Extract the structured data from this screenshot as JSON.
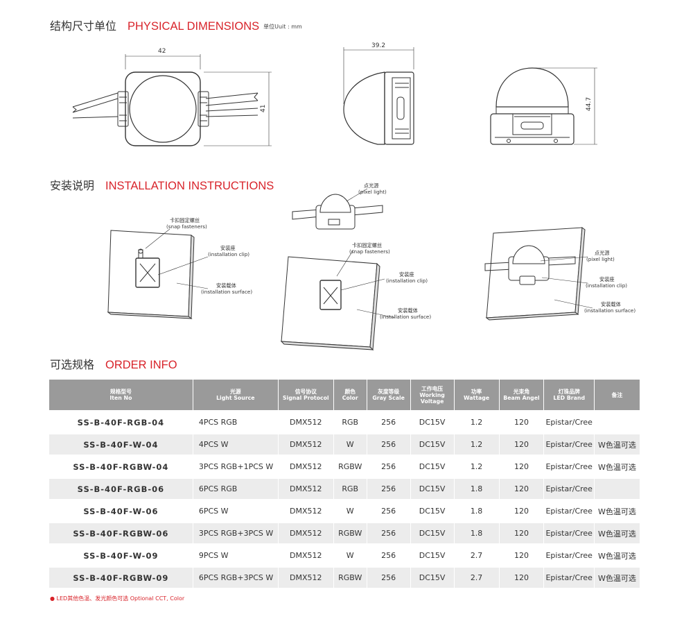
{
  "sections": {
    "dimensions": {
      "cn": "结构尺寸单位",
      "en": "PHYSICAL DIMENSIONS",
      "unit": "单位Uuit : mm"
    },
    "installation": {
      "cn": "安装说明",
      "en": "INSTALLATION INSTRUCTIONS"
    },
    "order": {
      "cn": "可选规格",
      "en": "ORDER INFO"
    }
  },
  "dimensions": {
    "width": "42",
    "height": "41",
    "side_width": "39.2",
    "total_height": "44.7"
  },
  "callouts": {
    "snap1_cn": "卡扣固定螺丝",
    "snap1_en": "(snap fasteners)",
    "clip1_cn": "安装座",
    "clip1_en": "(installation clip)",
    "surface1_cn": "安装载体",
    "surface1_en": "(installation surface)",
    "pixel2_cn": "点光源",
    "pixel2_en": "(pixel light)",
    "snap2_cn": "卡扣固定螺丝",
    "snap2_en": "(snap fasteners)",
    "clip2_cn": "安装座",
    "clip2_en": "(installation clip)",
    "surface2_cn": "安装载体",
    "surface2_en": "(installation surface)",
    "pixel3_cn": "点光源",
    "pixel3_en": "(pixel light)",
    "clip3_cn": "安装座",
    "clip3_en": "(installation clip)",
    "surface3_cn": "安装载体",
    "surface3_en": "(installation surface)"
  },
  "table": {
    "headers": [
      {
        "cn": "规格型号",
        "en": "Iten No"
      },
      {
        "cn": "光源",
        "en": "Light Source"
      },
      {
        "cn": "信号协议",
        "en": "Signal Protocol"
      },
      {
        "cn": "颜色",
        "en": "Color"
      },
      {
        "cn": "灰度等级",
        "en": "Gray Scale"
      },
      {
        "cn": "工作电压",
        "en": "Working Voltage"
      },
      {
        "cn": "功率",
        "en": "Wattage"
      },
      {
        "cn": "光束角",
        "en": "Beam Angel"
      },
      {
        "cn": "灯珠品牌",
        "en": "LED Brand"
      },
      {
        "cn": "备注",
        "en": ""
      }
    ],
    "rows": [
      [
        "SS-B-40F-RGB-04",
        "4PCS RGB",
        "DMX512",
        "RGB",
        "256",
        "DC15V",
        "1.2",
        "120",
        "Epistar/Cree",
        ""
      ],
      [
        "SS-B-40F-W-04",
        "4PCS W",
        "DMX512",
        "W",
        "256",
        "DC15V",
        "1.2",
        "120",
        "Epistar/Cree",
        "W色温可选"
      ],
      [
        "SS-B-40F-RGBW-04",
        "3PCS RGB+1PCS W",
        "DMX512",
        "RGBW",
        "256",
        "DC15V",
        "1.2",
        "120",
        "Epistar/Cree",
        "W色温可选"
      ],
      [
        "SS-B-40F-RGB-06",
        "6PCS RGB",
        "DMX512",
        "RGB",
        "256",
        "DC15V",
        "1.8",
        "120",
        "Epistar/Cree",
        ""
      ],
      [
        "SS-B-40F-W-06",
        "6PCS W",
        "DMX512",
        "W",
        "256",
        "DC15V",
        "1.8",
        "120",
        "Epistar/Cree",
        "W色温可选"
      ],
      [
        "SS-B-40F-RGBW-06",
        "3PCS RGB+3PCS W",
        "DMX512",
        "RGBW",
        "256",
        "DC15V",
        "1.8",
        "120",
        "Epistar/Cree",
        "W色温可选"
      ],
      [
        "SS-B-40F-W-09",
        "9PCS W",
        "DMX512",
        "W",
        "256",
        "DC15V",
        "2.7",
        "120",
        "Epistar/Cree",
        "W色温可选"
      ],
      [
        "SS-B-40F-RGBW-09",
        "6PCS RGB+3PCS W",
        "DMX512",
        "RGBW",
        "256",
        "DC15V",
        "2.7",
        "120",
        "Epistar/Cree",
        "W色温可选"
      ]
    ]
  },
  "note": "● LED其他色温、发光颜色可选  Optional CCT, Color",
  "colors": {
    "accent": "#d8232a",
    "header_bg": "#9a9a9a",
    "row_alt": "#ececec"
  }
}
